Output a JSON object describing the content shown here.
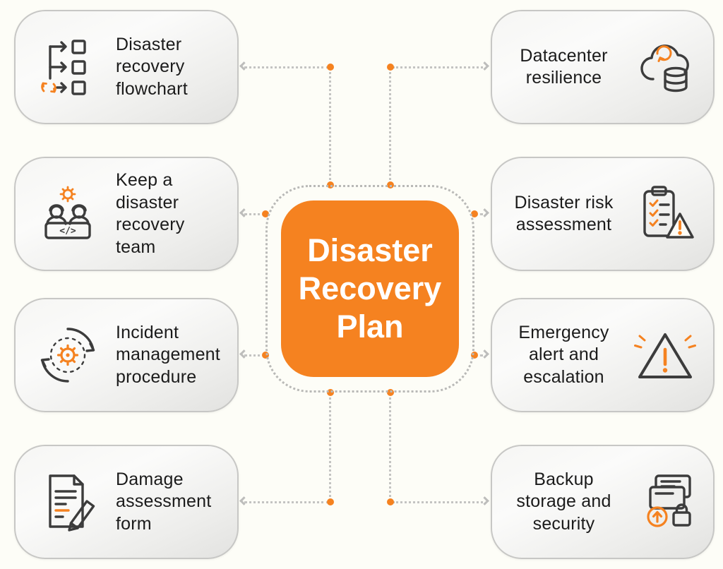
{
  "colors": {
    "accent": "#F58220",
    "connector_line": "#c4c4c2",
    "card_border": "#c7c7c5",
    "label_text": "#1b1b1b",
    "background": "#fdfdf7",
    "center_text": "#ffffff"
  },
  "center": {
    "title": "Disaster Recovery Plan"
  },
  "cards": {
    "left": [
      {
        "label": "Disaster recovery flowchart",
        "icon": "flowchart-icon"
      },
      {
        "label": "Keep a disaster recovery team",
        "icon": "recovery-team-icon"
      },
      {
        "label": "Incident management procedure",
        "icon": "incident-management-icon"
      },
      {
        "label": "Damage assessment form",
        "icon": "assessment-form-icon"
      }
    ],
    "right": [
      {
        "label": "Datacenter resilience",
        "icon": "datacenter-resilience-icon"
      },
      {
        "label": "Disaster risk assessment",
        "icon": "risk-assessment-icon"
      },
      {
        "label": "Emergency alert and escalation",
        "icon": "emergency-alert-icon"
      },
      {
        "label": "Backup storage and security",
        "icon": "backup-storage-icon"
      }
    ]
  }
}
